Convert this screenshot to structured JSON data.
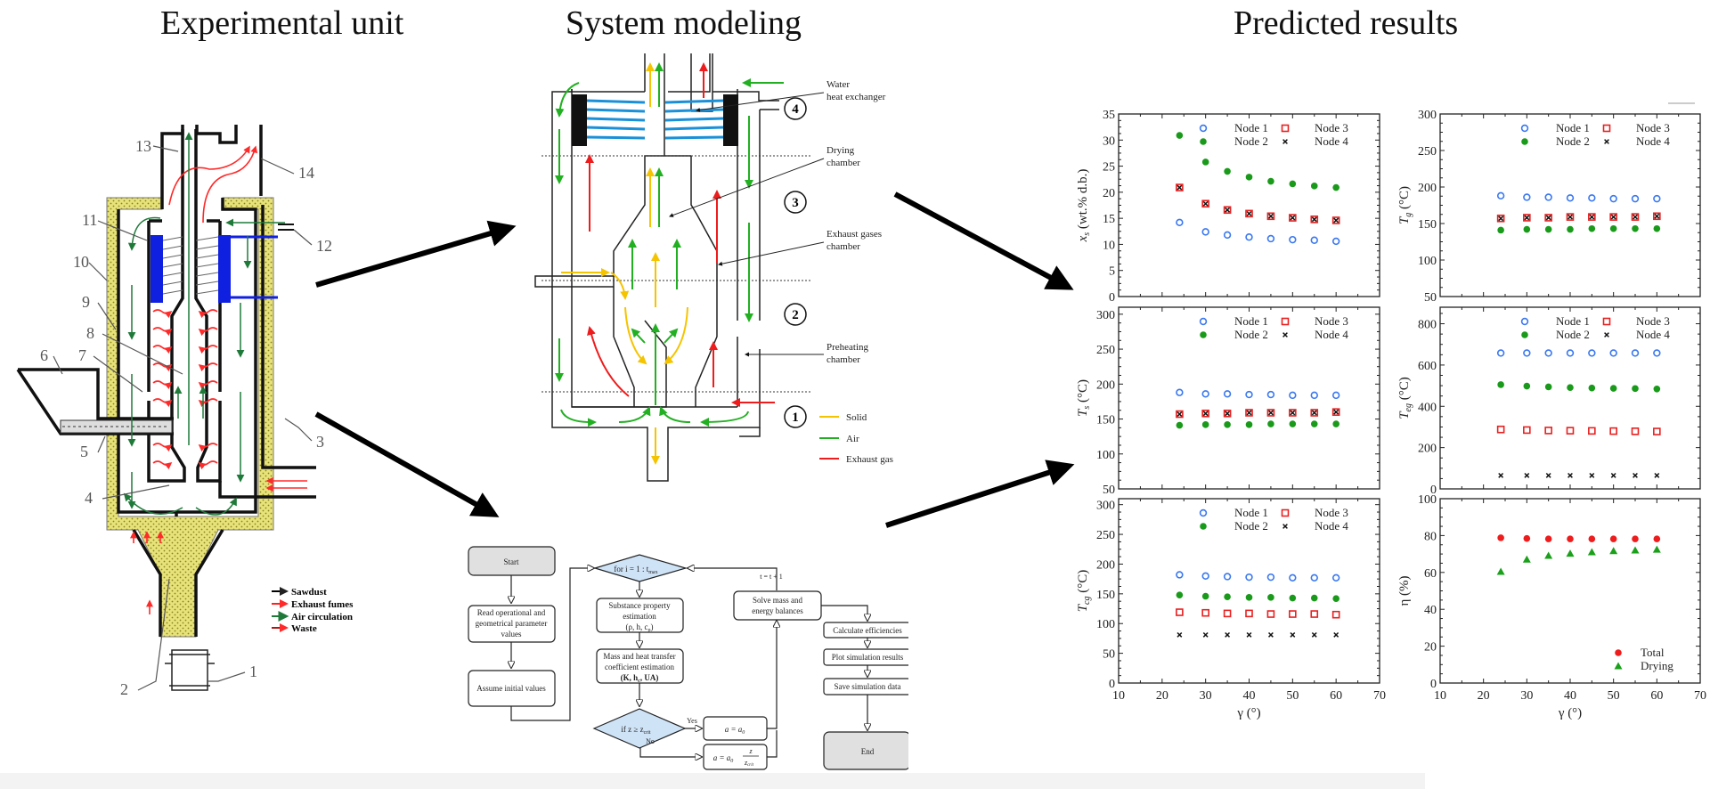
{
  "panels": {
    "experimental": {
      "title": "Experimental unit",
      "callouts": [
        "1",
        "2",
        "3",
        "4",
        "5",
        "6",
        "7",
        "8",
        "9",
        "10",
        "11",
        "12",
        "13",
        "14"
      ],
      "legend": [
        {
          "label": "Sawdust",
          "color": "#000000"
        },
        {
          "label": "Exhaust fumes",
          "color": "#ff2020"
        },
        {
          "label": "Air circulation",
          "color": "#1f7a3a"
        },
        {
          "label": "Waste",
          "color": "#b01818"
        }
      ]
    },
    "modeling": {
      "title": "System modeling",
      "annotations": {
        "water_hx": [
          "Water",
          "heat exchanger"
        ],
        "drying": [
          "Drying",
          "chamber"
        ],
        "exhaust": [
          "Exhaust gases",
          "chamber"
        ],
        "preheating": [
          "Preheating",
          "chamber"
        ]
      },
      "nodes": [
        "4",
        "3",
        "2",
        "1"
      ],
      "legend": [
        {
          "label": "Solid",
          "color": "#f5c400"
        },
        {
          "label": "Air",
          "color": "#22b022"
        },
        {
          "label": "Exhaust gas",
          "color": "#ee1c1c"
        }
      ],
      "flowchart": {
        "start": "Start",
        "read": [
          "Read operational and",
          "geometrical parameter",
          "values"
        ],
        "assume": "Assume initial values",
        "loop": "for i = 1 : t",
        "loop_sub": "max",
        "substance": [
          "Substance property",
          "estimation",
          "(ρ, h, c",
          "p",
          ")"
        ],
        "masstransfer": [
          "Mass and heat transfer",
          "coefficient estimation",
          "(K, h",
          "c",
          ", UA)"
        ],
        "cond": "if z ≥ z",
        "cond_sub": "crit",
        "yes": "Yes",
        "no": "No",
        "a_eq": "a = a",
        "a_sub": "0",
        "a_eq2": "a = a",
        "frac_num": "z",
        "frac_den": "z",
        "frac_den_sub": "crit",
        "increment": "t = t + 1",
        "solve": [
          "Solve mass and",
          "energy balances"
        ],
        "calc": "Calculate efficiencies",
        "plot": "Plot simulation results",
        "save": "Save simulation data",
        "end": "End"
      }
    },
    "results": {
      "title": "Predicted results"
    }
  },
  "colors": {
    "node1": "#3a78f0",
    "node2": "#1a9a1a",
    "node3": "#e82020",
    "node4": "#111111",
    "total": "#ee1c1c",
    "drying": "#1aa01a"
  },
  "chart_data": [
    {
      "type": "scatter",
      "id": "xs",
      "ylabel": "x_s (wt.% d.b.)",
      "xlabel": "",
      "xlim": [
        10,
        70
      ],
      "ylim": [
        0,
        35
      ],
      "yticks": [
        0,
        5,
        10,
        15,
        20,
        25,
        30,
        35
      ],
      "xticks": [
        10,
        20,
        30,
        40,
        50,
        60,
        70
      ],
      "show_xticklabels": false,
      "legend": "top-right",
      "x": [
        24,
        30,
        35,
        40,
        45,
        50,
        55,
        60
      ],
      "series": [
        {
          "name": "Node 1",
          "marker": "open-circle",
          "values": [
            14.2,
            12.4,
            11.8,
            11.4,
            11.1,
            10.9,
            10.8,
            10.6
          ]
        },
        {
          "name": "Node 2",
          "marker": "filled-circle",
          "values": [
            30.9,
            25.8,
            24.0,
            22.9,
            22.1,
            21.6,
            21.2,
            20.9
          ]
        },
        {
          "name": "Node 3",
          "marker": "open-square",
          "values": [
            20.9,
            17.8,
            16.6,
            15.9,
            15.4,
            15.1,
            14.8,
            14.6
          ]
        },
        {
          "name": "Node 4",
          "marker": "cross",
          "values": [
            20.9,
            17.8,
            16.6,
            15.9,
            15.4,
            15.1,
            14.8,
            14.6
          ]
        }
      ]
    },
    {
      "type": "scatter",
      "id": "tg",
      "ylabel": "T_g (°C)",
      "xlabel": "",
      "xlim": [
        10,
        70
      ],
      "ylim": [
        50,
        300
      ],
      "yticks": [
        50,
        100,
        150,
        200,
        250,
        300
      ],
      "xticks": [
        10,
        20,
        30,
        40,
        50,
        60,
        70
      ],
      "show_xticklabels": false,
      "legend": "top-right",
      "x": [
        24,
        30,
        35,
        40,
        45,
        50,
        55,
        60
      ],
      "series": [
        {
          "name": "Node 1",
          "marker": "open-circle",
          "values": [
            188,
            186,
            186,
            185,
            185,
            184,
            184,
            184
          ]
        },
        {
          "name": "Node 2",
          "marker": "filled-circle",
          "values": [
            141,
            142,
            142,
            142,
            143,
            143,
            143,
            143
          ]
        },
        {
          "name": "Node 3",
          "marker": "open-square",
          "values": [
            157,
            158,
            158,
            159,
            159,
            159,
            159,
            160
          ]
        },
        {
          "name": "Node 4",
          "marker": "cross",
          "values": [
            157,
            158,
            158,
            159,
            159,
            159,
            159,
            160
          ]
        }
      ]
    },
    {
      "type": "scatter",
      "id": "ts",
      "ylabel": "T_s (°C)",
      "xlabel": "",
      "xlim": [
        10,
        70
      ],
      "ylim": [
        50,
        310
      ],
      "yticks": [
        50,
        100,
        150,
        200,
        250,
        300
      ],
      "xticks": [
        10,
        20,
        30,
        40,
        50,
        60,
        70
      ],
      "show_xticklabels": false,
      "legend": "top-right",
      "x": [
        24,
        30,
        35,
        40,
        45,
        50,
        55,
        60
      ],
      "series": [
        {
          "name": "Node 1",
          "marker": "open-circle",
          "values": [
            188,
            186,
            186,
            185,
            185,
            184,
            184,
            184
          ]
        },
        {
          "name": "Node 2",
          "marker": "filled-circle",
          "values": [
            141,
            142,
            142,
            142,
            143,
            143,
            143,
            143
          ]
        },
        {
          "name": "Node 3",
          "marker": "open-square",
          "values": [
            157,
            158,
            158,
            159,
            159,
            159,
            159,
            160
          ]
        },
        {
          "name": "Node 4",
          "marker": "cross",
          "values": [
            157,
            158,
            158,
            159,
            159,
            159,
            159,
            160
          ]
        }
      ]
    },
    {
      "type": "scatter",
      "id": "teg",
      "ylabel": "T_eg (°C)",
      "xlabel": "",
      "xlim": [
        10,
        70
      ],
      "ylim": [
        0,
        880
      ],
      "yticks": [
        0,
        200,
        400,
        600,
        800
      ],
      "xticks": [
        10,
        20,
        30,
        40,
        50,
        60,
        70
      ],
      "show_xticklabels": false,
      "legend": "top-right",
      "x": [
        24,
        30,
        35,
        40,
        45,
        50,
        55,
        60
      ],
      "series": [
        {
          "name": "Node 1",
          "marker": "open-circle",
          "values": [
            658,
            658,
            658,
            658,
            658,
            658,
            658,
            658
          ]
        },
        {
          "name": "Node 2",
          "marker": "filled-circle",
          "values": [
            505,
            498,
            494,
            491,
            489,
            487,
            486,
            484
          ]
        },
        {
          "name": "Node 3",
          "marker": "open-square",
          "values": [
            288,
            285,
            283,
            282,
            281,
            280,
            279,
            278
          ]
        },
        {
          "name": "Node 4",
          "marker": "cross",
          "values": [
            65,
            65,
            65,
            65,
            65,
            65,
            65,
            65
          ]
        }
      ]
    },
    {
      "type": "scatter",
      "id": "tcg",
      "ylabel": "T_cg (°C)",
      "xlabel": "γ (°)",
      "xlim": [
        10,
        70
      ],
      "ylim": [
        0,
        310
      ],
      "yticks": [
        0,
        50,
        100,
        150,
        200,
        250,
        300
      ],
      "xticks": [
        10,
        20,
        30,
        40,
        50,
        60,
        70
      ],
      "show_xticklabels": true,
      "legend": "top-right",
      "x": [
        24,
        30,
        35,
        40,
        45,
        50,
        55,
        60
      ],
      "series": [
        {
          "name": "Node 1",
          "marker": "open-circle",
          "values": [
            182,
            180,
            179,
            178,
            178,
            177,
            177,
            177
          ]
        },
        {
          "name": "Node 2",
          "marker": "filled-circle",
          "values": [
            148,
            146,
            145,
            144,
            144,
            143,
            143,
            142
          ]
        },
        {
          "name": "Node 3",
          "marker": "open-square",
          "values": [
            119,
            118,
            117,
            117,
            116,
            116,
            116,
            115
          ]
        },
        {
          "name": "Node 4",
          "marker": "cross",
          "values": [
            81,
            81,
            81,
            81,
            81,
            81,
            81,
            81
          ]
        }
      ]
    },
    {
      "type": "scatter",
      "id": "eta",
      "ylabel": "η (%)",
      "xlabel": "γ (°)",
      "xlim": [
        10,
        70
      ],
      "ylim": [
        0,
        100
      ],
      "yticks": [
        0,
        20,
        40,
        60,
        80,
        100
      ],
      "xticks": [
        10,
        20,
        30,
        40,
        50,
        60,
        70
      ],
      "show_xticklabels": true,
      "legend": "bottom-right",
      "x": [
        24,
        30,
        35,
        40,
        45,
        50,
        55,
        60
      ],
      "series": [
        {
          "name": "Total",
          "marker": "filled-circle",
          "values": [
            78.8,
            78.4,
            78.2,
            78.2,
            78.2,
            78.2,
            78.2,
            78.2
          ]
        },
        {
          "name": "Drying",
          "marker": "filled-triangle",
          "values": [
            60.4,
            67.0,
            69.1,
            70.2,
            71.0,
            71.6,
            72.0,
            72.4
          ]
        }
      ]
    }
  ]
}
